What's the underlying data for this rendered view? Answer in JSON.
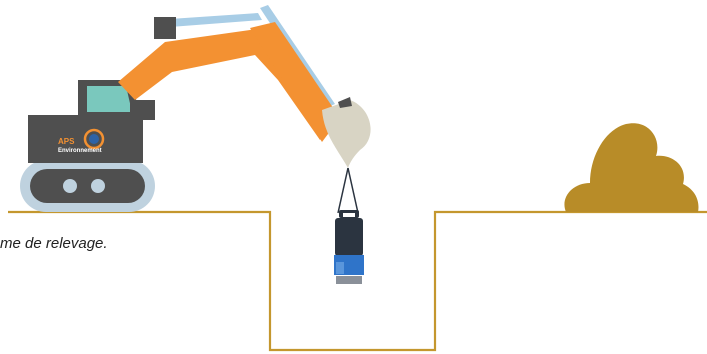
{
  "caption": "me de relevage.",
  "logo": {
    "line1": "APS",
    "line2": "Environnement"
  },
  "colors": {
    "arm": "#f39132",
    "cab": "#4f4f4f",
    "window": "#7ac8bd",
    "track": "#bfd2df",
    "wheel": "#2f63a6",
    "piston": "#a8cde6",
    "bucket": "#d8d4c4",
    "ground": "#c4972e",
    "dirt": "#b88c28",
    "pump_dark": "#2b3440",
    "pump_blue": "#2f74c9"
  }
}
